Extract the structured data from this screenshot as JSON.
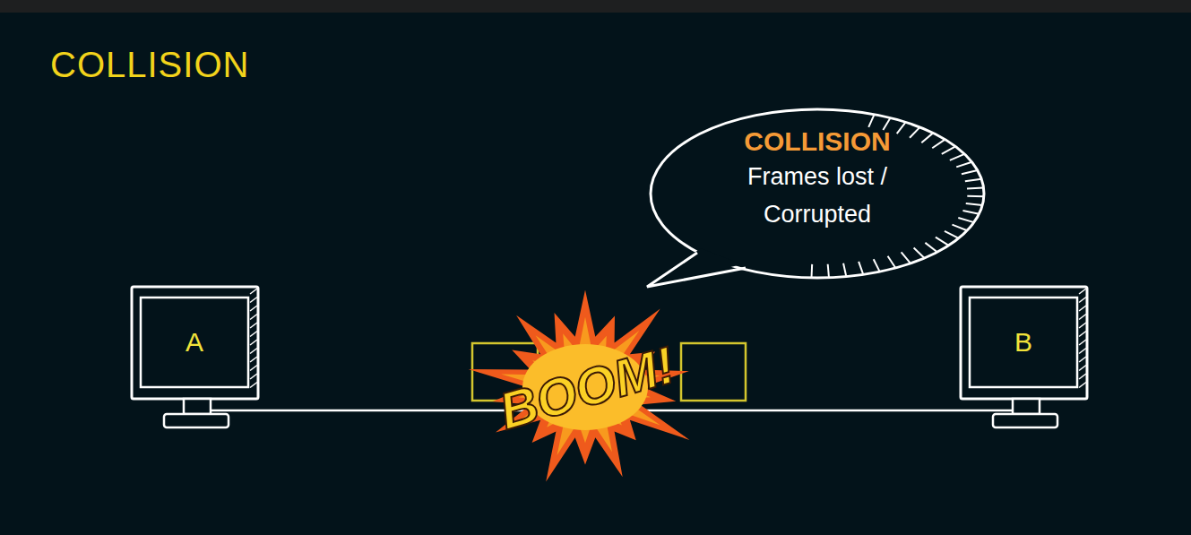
{
  "diagram": {
    "title": "COLLISION",
    "nodes": [
      {
        "text": [
          "COLLISION",
          "Frames lost / Corrupted"
        ]
      },
      {
        "text": [
          "A"
        ]
      },
      {
        "text": [
          "BOOM!"
        ]
      },
      {
        "text": [
          "B"
        ]
      }
    ],
    "edges": [
      {
        "from": 1,
        "to": 3,
        "arrow": "none"
      }
    ]
  }
}
